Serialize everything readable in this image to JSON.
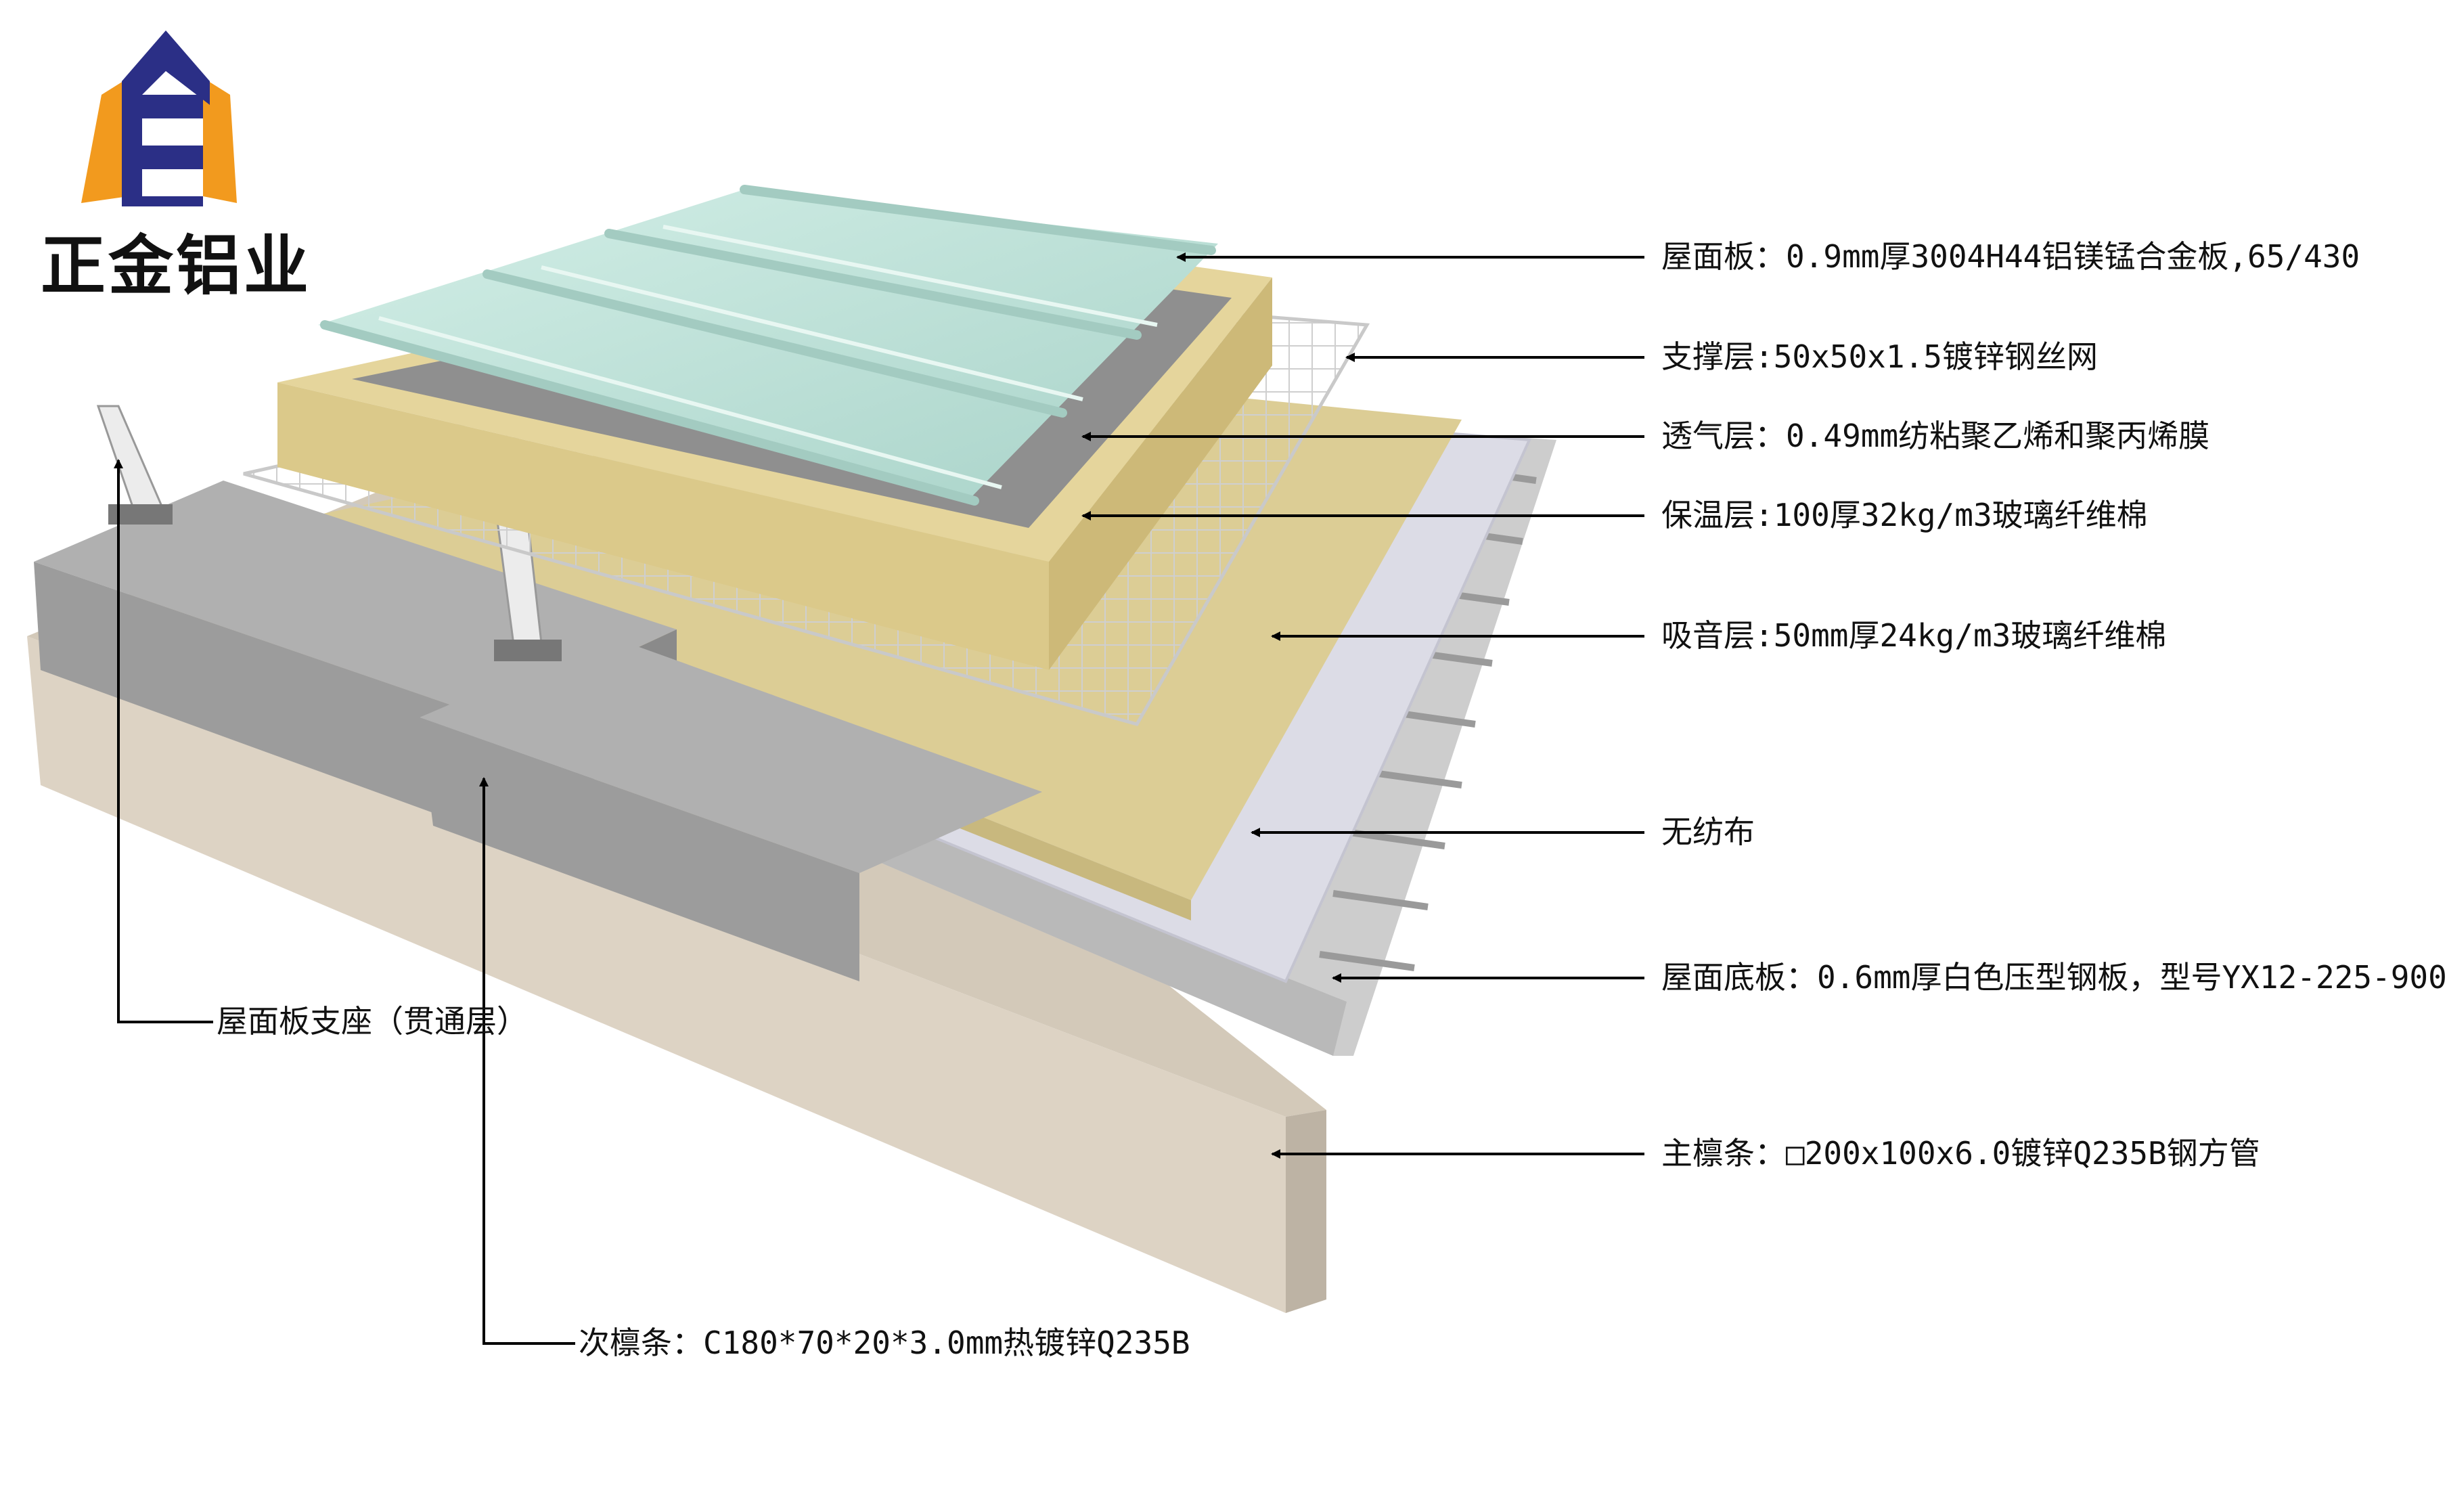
{
  "brand": {
    "name": "正金铝业",
    "logo_colors": {
      "navy": "#2b2f86",
      "orange": "#f29a1e"
    }
  },
  "labels": {
    "roof_panel": "屋面板：0.9mm厚3004H44铝镁锰合金板,65/430",
    "support_layer": "支撑层:50x50x1.5镀锌钢丝网",
    "breathable_layer": "透气层：0.49mm纺粘聚乙烯和聚丙烯膜",
    "insulation_layer": "保温层:100厚32kg/m3玻璃纤维棉",
    "acoustic_layer": "吸音层:50mm厚24kg/m3玻璃纤维棉",
    "nonwoven": "无纺布",
    "bottom_panel": "屋面底板：0.6mm厚白色压型钢板，型号YX12-225-900",
    "main_purlin": "主檩条：□200x100x6.0镀锌Q235B钢方管",
    "panel_support": "屋面板支座（贯通层）",
    "secondary_purlin": "次檩条：C180*70*20*3.0mm热镀锌Q235B"
  },
  "colors": {
    "roof_sheet": "#bfe3da",
    "insulation": "#e3d39a",
    "membrane": "#8e8e8e",
    "wire_mesh": "#d8d8d8",
    "nonwoven": "#d9d9e2",
    "steel_deck": "#c8c8c8",
    "main_purlin": "#d6ccbc",
    "secondary_purlin": "#a9a9a9"
  }
}
